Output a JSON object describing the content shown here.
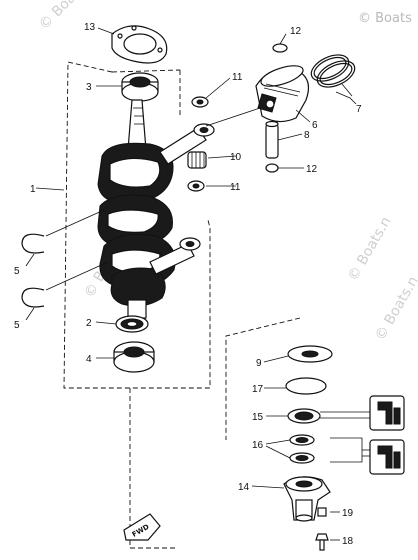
{
  "watermark": {
    "top_right": "© Boats",
    "top_left": "© Boats",
    "right_middle": "© Boats.n",
    "left_middle": "© Boats.n",
    "right_lower": "© Boats.n"
  },
  "callouts": [
    {
      "id": "1",
      "label": "1"
    },
    {
      "id": "2",
      "label": "2"
    },
    {
      "id": "3",
      "label": "3"
    },
    {
      "id": "4",
      "label": "4"
    },
    {
      "id": "5a",
      "label": "5"
    },
    {
      "id": "5b",
      "label": "5"
    },
    {
      "id": "6",
      "label": "6"
    },
    {
      "id": "7",
      "label": "7"
    },
    {
      "id": "8",
      "label": "8"
    },
    {
      "id": "9",
      "label": "9"
    },
    {
      "id": "10",
      "label": "10"
    },
    {
      "id": "11a",
      "label": "11"
    },
    {
      "id": "11b",
      "label": "11"
    },
    {
      "id": "12a",
      "label": "12"
    },
    {
      "id": "12b",
      "label": "12"
    },
    {
      "id": "13",
      "label": "13"
    },
    {
      "id": "14",
      "label": "14"
    },
    {
      "id": "15",
      "label": "15"
    },
    {
      "id": "16",
      "label": "16"
    },
    {
      "id": "17",
      "label": "17"
    },
    {
      "id": "18",
      "label": "18"
    },
    {
      "id": "19",
      "label": "19"
    }
  ],
  "direction_marker": {
    "label": "FWD"
  }
}
